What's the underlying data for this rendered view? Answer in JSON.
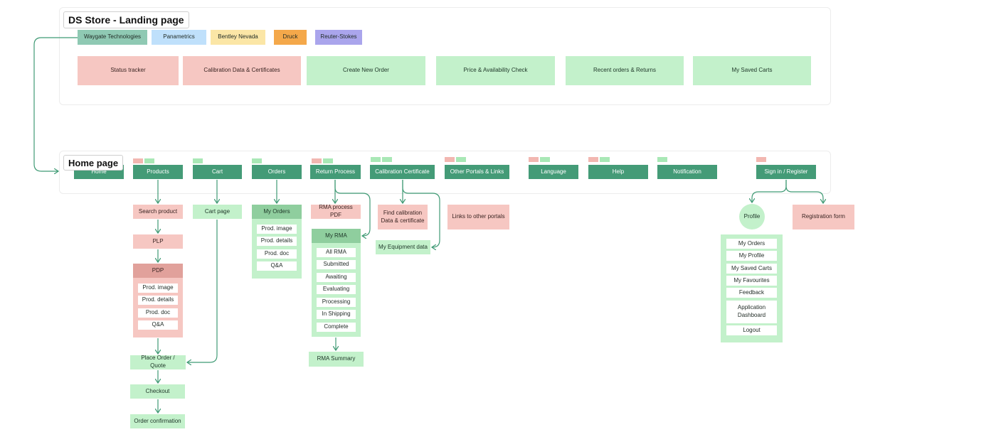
{
  "landing": {
    "title": "DS Store - Landing page",
    "brands": [
      {
        "label": "Waygate Technologies",
        "color": "#8fc9b3"
      },
      {
        "label": "Panametrics",
        "color": "#bfe0fb"
      },
      {
        "label": "Bentley Nevada",
        "color": "#fbe6a6"
      },
      {
        "label": "Druck",
        "color": "#f4a84a"
      },
      {
        "label": "Reuter-Stokes",
        "color": "#aaa5ec"
      }
    ],
    "tiles": [
      "Status tracker",
      "Calibration Data & Certificates",
      "Create New Order",
      "Price & Availability Check",
      "Recent orders & Returns",
      "My Saved Carts"
    ]
  },
  "home": {
    "title": "Home page",
    "nav": [
      "Home",
      "Products",
      "Cart",
      "Orders",
      "Return Process",
      "Calibration Certificate",
      "Other Portals & Links",
      "Language",
      "Help",
      "Notification",
      "Sign in / Register"
    ]
  },
  "products": {
    "search": "Search product",
    "plp": "PLP",
    "pdp": "PDP",
    "pdp_items": [
      "Prod. image",
      "Prod. details",
      "Prod. doc",
      "Q&A"
    ],
    "place_order": "Place Order / Quote",
    "checkout": "Checkout",
    "confirmation": "Order confirmation"
  },
  "cart": {
    "page": "Cart page"
  },
  "orders": {
    "header": "My Orders",
    "items": [
      "Prod. image",
      "Prod. details",
      "Prod. doc",
      "Q&A"
    ]
  },
  "returns": {
    "pdf": "RMA process PDF",
    "header": "My RMA",
    "items": [
      "All RMA",
      "Submitted",
      "Awaiting",
      "Evaluating",
      "Processing",
      "In Shipping",
      "Complete"
    ],
    "summary": "RMA Summary"
  },
  "calibration": {
    "find": "Find calibration Data & certificate",
    "equipment": "My Equipment data"
  },
  "portals": {
    "links": "Links to other portals"
  },
  "account": {
    "profile": "Profile",
    "registration": "Registration form",
    "menu": [
      "My Orders",
      "My Profile",
      "My Saved Carts",
      "My Favourites",
      "Feedback",
      "Application Dashboard",
      "Logout"
    ]
  },
  "colors": {
    "connector": "#3f9a74",
    "dark_green": "#449b77",
    "light_green": "#c3f1cb",
    "pink": "#f6c7c2"
  }
}
